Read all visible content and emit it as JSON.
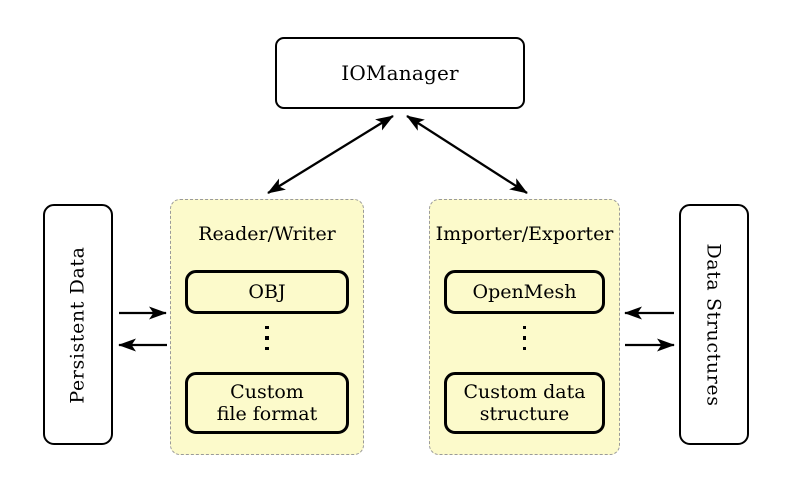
{
  "diagram": {
    "title_node": {
      "label": "IOManager"
    },
    "left_external": {
      "label": "Persistent Data",
      "orientation": "bottom-to-top"
    },
    "right_external": {
      "label": "Data Structures",
      "orientation": "top-to-bottom"
    },
    "panels": [
      {
        "title": "Reader/Writer",
        "top_item": "OBJ",
        "ellipsis": "vertical-ellipsis",
        "bottom_item_line1": "Custom",
        "bottom_item_line2": "file format"
      },
      {
        "title": "Importer/Exporter",
        "top_item": "OpenMesh",
        "ellipsis": "vertical-ellipsis",
        "bottom_item_line1": "Custom data",
        "bottom_item_line2": "structure"
      }
    ],
    "connections": [
      {
        "name": "iomanager-to-readerwriter",
        "style": "double-headed-arrow"
      },
      {
        "name": "iomanager-to-importerexporter",
        "style": "double-headed-arrow"
      },
      {
        "name": "persistent-data-to-readerwriter",
        "style": "arrow-right"
      },
      {
        "name": "readerwriter-to-persistent-data",
        "style": "arrow-left"
      },
      {
        "name": "data-structures-to-importerexporter",
        "style": "arrow-left"
      },
      {
        "name": "importerexporter-to-data-structures",
        "style": "arrow-right"
      }
    ],
    "colors": {
      "panel_fill": "#FCFACB",
      "panel_border": "#9a9a9a",
      "node_border": "#000000",
      "background": "#ffffff"
    }
  }
}
